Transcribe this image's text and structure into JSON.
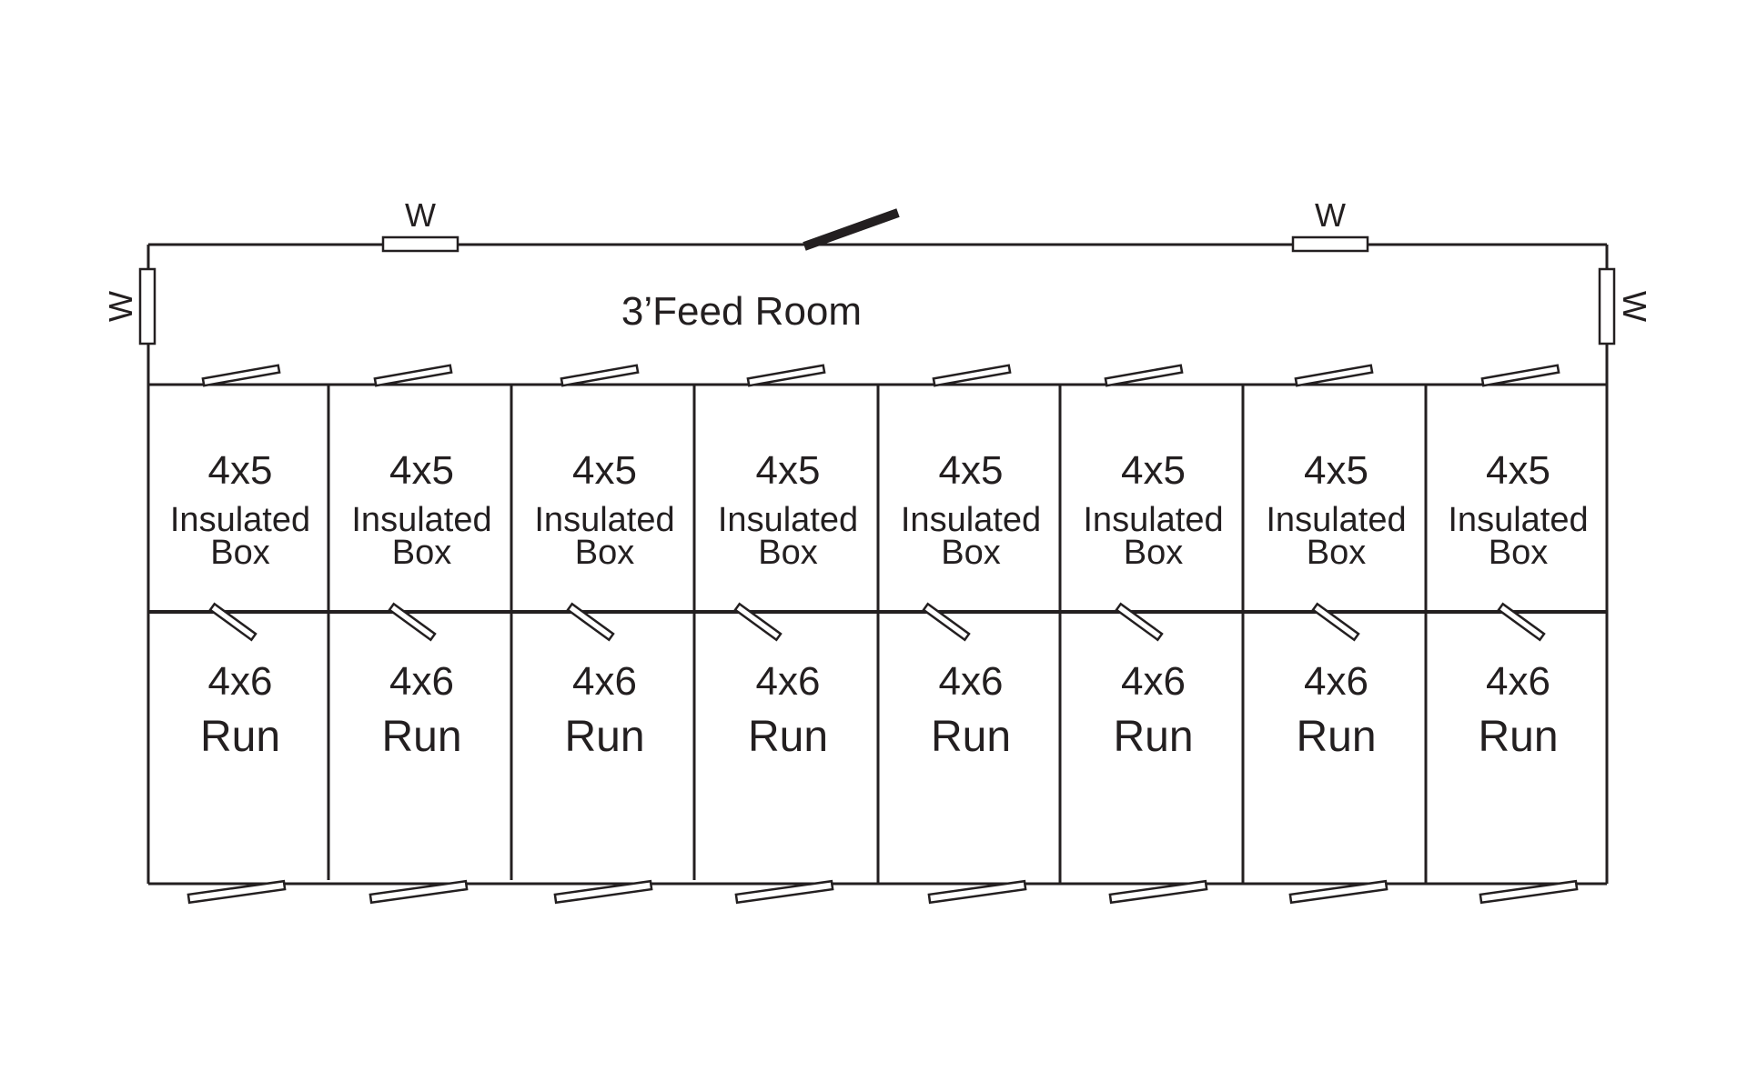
{
  "feed_room": {
    "label": "3’Feed Room"
  },
  "windows": {
    "top_left": "W",
    "top_right": "W",
    "left": "W",
    "right": "W"
  },
  "stalls": [
    {
      "box_size": "4x5",
      "box_line1": "Insulated",
      "box_line2": "Box",
      "run_size": "4x6",
      "run_label": "Run"
    },
    {
      "box_size": "4x5",
      "box_line1": "Insulated",
      "box_line2": "Box",
      "run_size": "4x6",
      "run_label": "Run"
    },
    {
      "box_size": "4x5",
      "box_line1": "Insulated",
      "box_line2": "Box",
      "run_size": "4x6",
      "run_label": "Run"
    },
    {
      "box_size": "4x5",
      "box_line1": "Insulated",
      "box_line2": "Box",
      "run_size": "4x6",
      "run_label": "Run"
    },
    {
      "box_size": "4x5",
      "box_line1": "Insulated",
      "box_line2": "Box",
      "run_size": "4x6",
      "run_label": "Run"
    },
    {
      "box_size": "4x5",
      "box_line1": "Insulated",
      "box_line2": "Box",
      "run_size": "4x6",
      "run_label": "Run"
    },
    {
      "box_size": "4x5",
      "box_line1": "Insulated",
      "box_line2": "Box",
      "run_size": "4x6",
      "run_label": "Run"
    },
    {
      "box_size": "4x5",
      "box_line1": "Insulated",
      "box_line2": "Box",
      "run_size": "4x6",
      "run_label": "Run"
    }
  ]
}
